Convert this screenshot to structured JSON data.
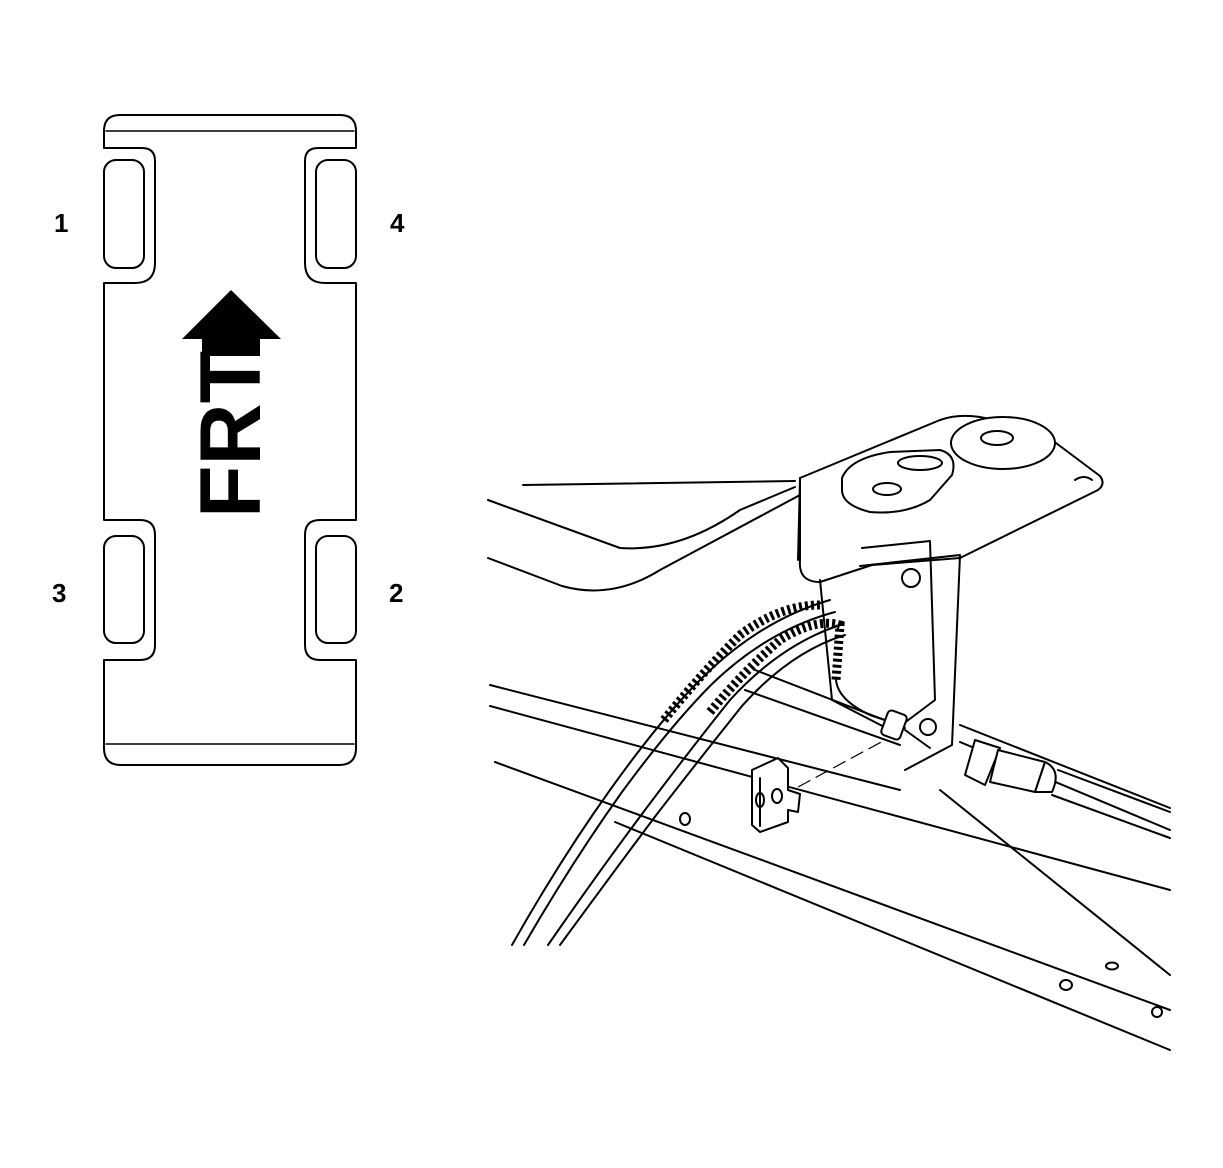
{
  "diagram": {
    "frame_labels": {
      "top_left": "1",
      "top_right": "4",
      "bottom_left": "3",
      "bottom_right": "2"
    },
    "direction_label": "FRT",
    "icons": {
      "arrow": "up-arrow-icon",
      "clip": "retaining-clip-icon"
    }
  }
}
